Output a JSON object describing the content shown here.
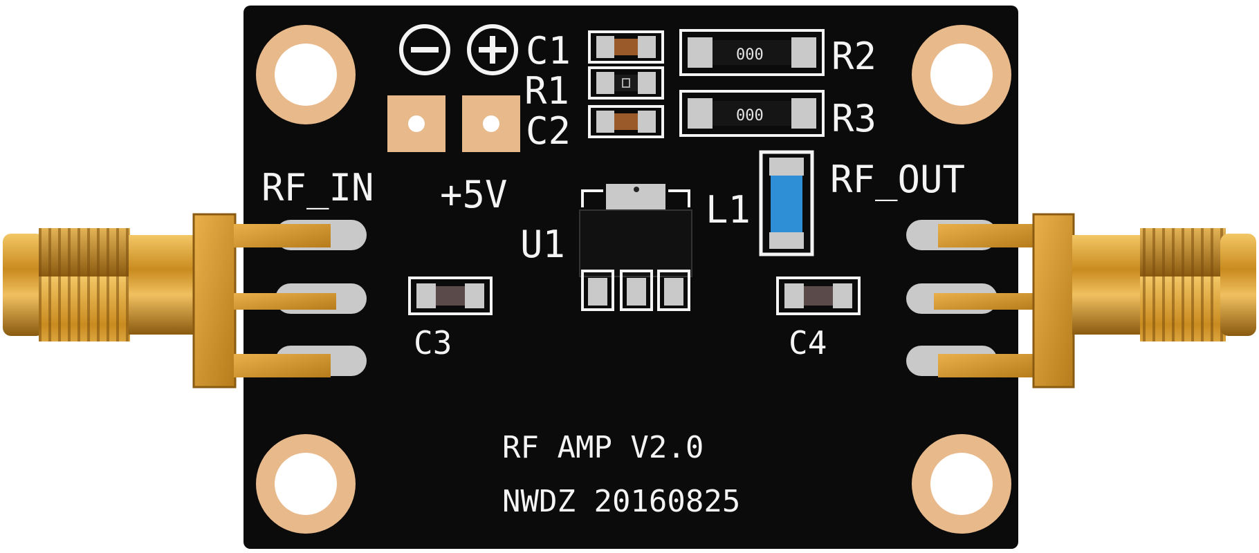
{
  "board": {
    "labels": {
      "c1": "C1",
      "r1": "R1",
      "c2": "C2",
      "r2": "R2",
      "r3": "R3",
      "rf_in": "RF_IN",
      "plus5v": "+5V",
      "u1": "U1",
      "l1": "L1",
      "rf_out": "RF_OUT",
      "c3": "C3",
      "c4": "C4"
    },
    "title": "RF AMP V2.0",
    "serial": "NWDZ 20160825",
    "resistor_marking": "000"
  },
  "colors": {
    "pcb": "#0b0b0b",
    "pad_gold": "#e8b98a",
    "connector_gold": "#d49a2c",
    "silkscreen": "#f4f4f4",
    "solder_pad": "#c9c9c9",
    "inductor_blue": "#2f8fd6"
  }
}
